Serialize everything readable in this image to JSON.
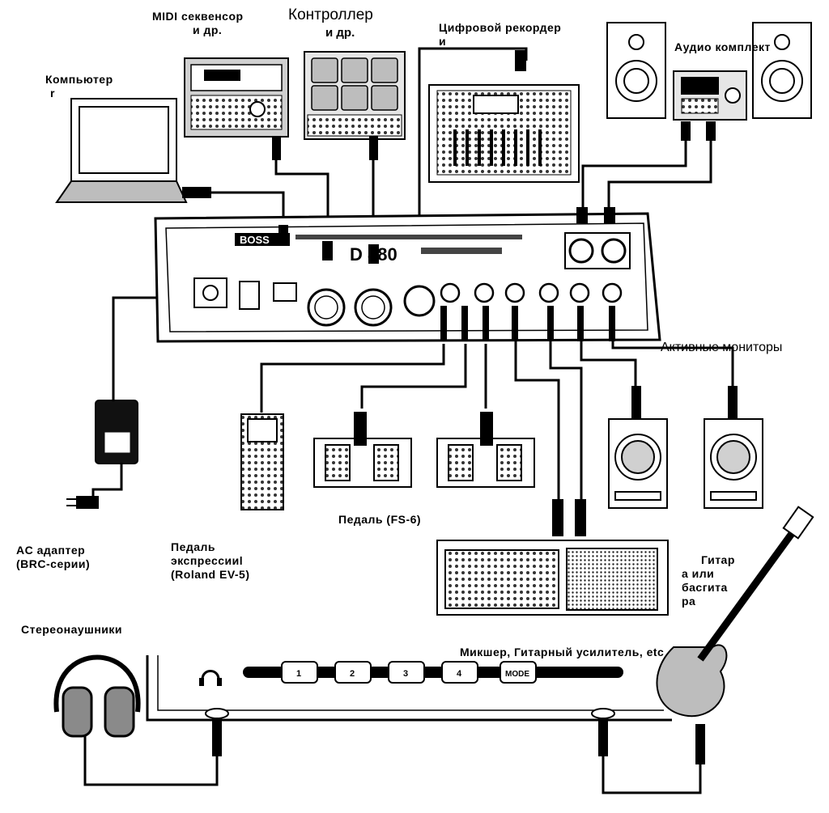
{
  "labels": {
    "midi_sequencer": [
      "MIDI секвенсор",
      "и др."
    ],
    "controller": [
      "Контроллер",
      "и др."
    ],
    "digital_recorder": [
      "Цифровой рекордер",
      "и"
    ],
    "audio_system": "Аудио комплект",
    "computer": [
      "Компьютер",
      "r"
    ],
    "active_monitors": "Активные мониторы",
    "ac_adapter": [
      "AC адаптер",
      "(BRC-серии)"
    ],
    "expression_pedal": [
      "Педаль",
      "экспрессииl",
      "(Roland EV-5)"
    ],
    "footswitch": "Педаль (FS-6)",
    "guitar": [
      "Гитар",
      "а или",
      "басгита",
      "ра"
    ],
    "headphones": "Стереонаушники",
    "mixer_amp": "Микшер, Гитарный усилитель, etc"
  },
  "device": {
    "brand": "BOSS",
    "model": "D 880",
    "footswitch_labels": [
      "1",
      "2",
      "3",
      "4",
      "MODE"
    ]
  },
  "colors": {
    "ink": "#000000",
    "paper": "#ffffff",
    "shade": "#bdbdbd",
    "mid": "#8a8a8a"
  }
}
